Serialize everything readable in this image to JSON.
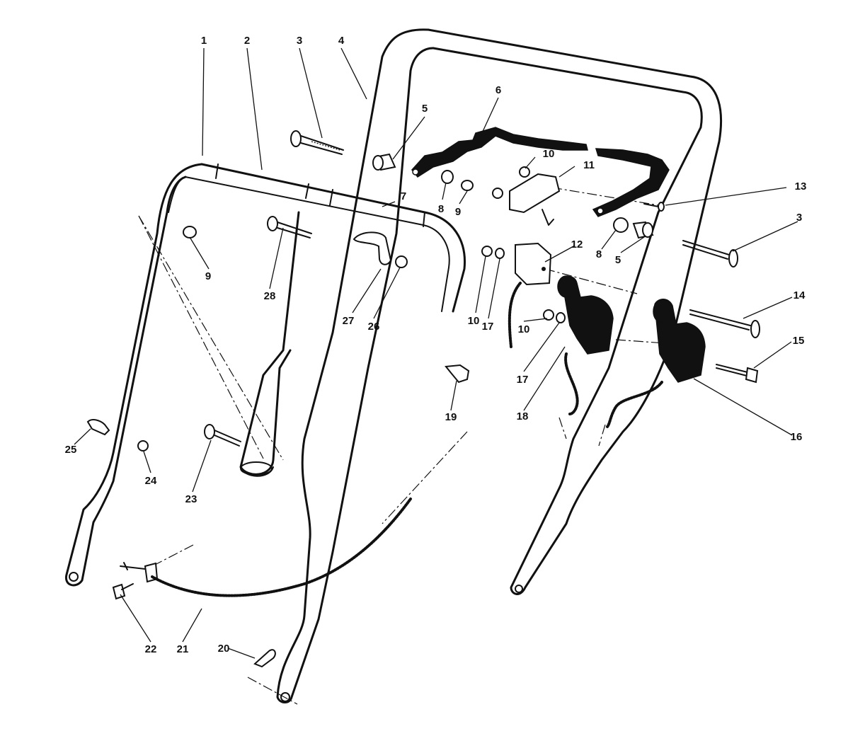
{
  "callouts": [
    {
      "id": "1",
      "label": "1"
    },
    {
      "id": "2",
      "label": "2"
    },
    {
      "id": "3a",
      "label": "3"
    },
    {
      "id": "4",
      "label": "4"
    },
    {
      "id": "5a",
      "label": "5"
    },
    {
      "id": "6",
      "label": "6"
    },
    {
      "id": "7",
      "label": "7"
    },
    {
      "id": "8a",
      "label": "8"
    },
    {
      "id": "9a",
      "label": "9"
    },
    {
      "id": "9b",
      "label": "9"
    },
    {
      "id": "10a",
      "label": "10"
    },
    {
      "id": "11",
      "label": "11"
    },
    {
      "id": "13",
      "label": "13"
    },
    {
      "id": "3b",
      "label": "3"
    },
    {
      "id": "8b",
      "label": "8"
    },
    {
      "id": "5b",
      "label": "5"
    },
    {
      "id": "12",
      "label": "12"
    },
    {
      "id": "28",
      "label": "28"
    },
    {
      "id": "27",
      "label": "27"
    },
    {
      "id": "26",
      "label": "26"
    },
    {
      "id": "10b",
      "label": "10"
    },
    {
      "id": "17a",
      "label": "17"
    },
    {
      "id": "14",
      "label": "14"
    },
    {
      "id": "10c",
      "label": "10"
    },
    {
      "id": "17b",
      "label": "17"
    },
    {
      "id": "18",
      "label": "18"
    },
    {
      "id": "15",
      "label": "15"
    },
    {
      "id": "19",
      "label": "19"
    },
    {
      "id": "16",
      "label": "16"
    },
    {
      "id": "25",
      "label": "25"
    },
    {
      "id": "24",
      "label": "24"
    },
    {
      "id": "23",
      "label": "23"
    },
    {
      "id": "22",
      "label": "22"
    },
    {
      "id": "21",
      "label": "21"
    },
    {
      "id": "20",
      "label": "20"
    }
  ]
}
